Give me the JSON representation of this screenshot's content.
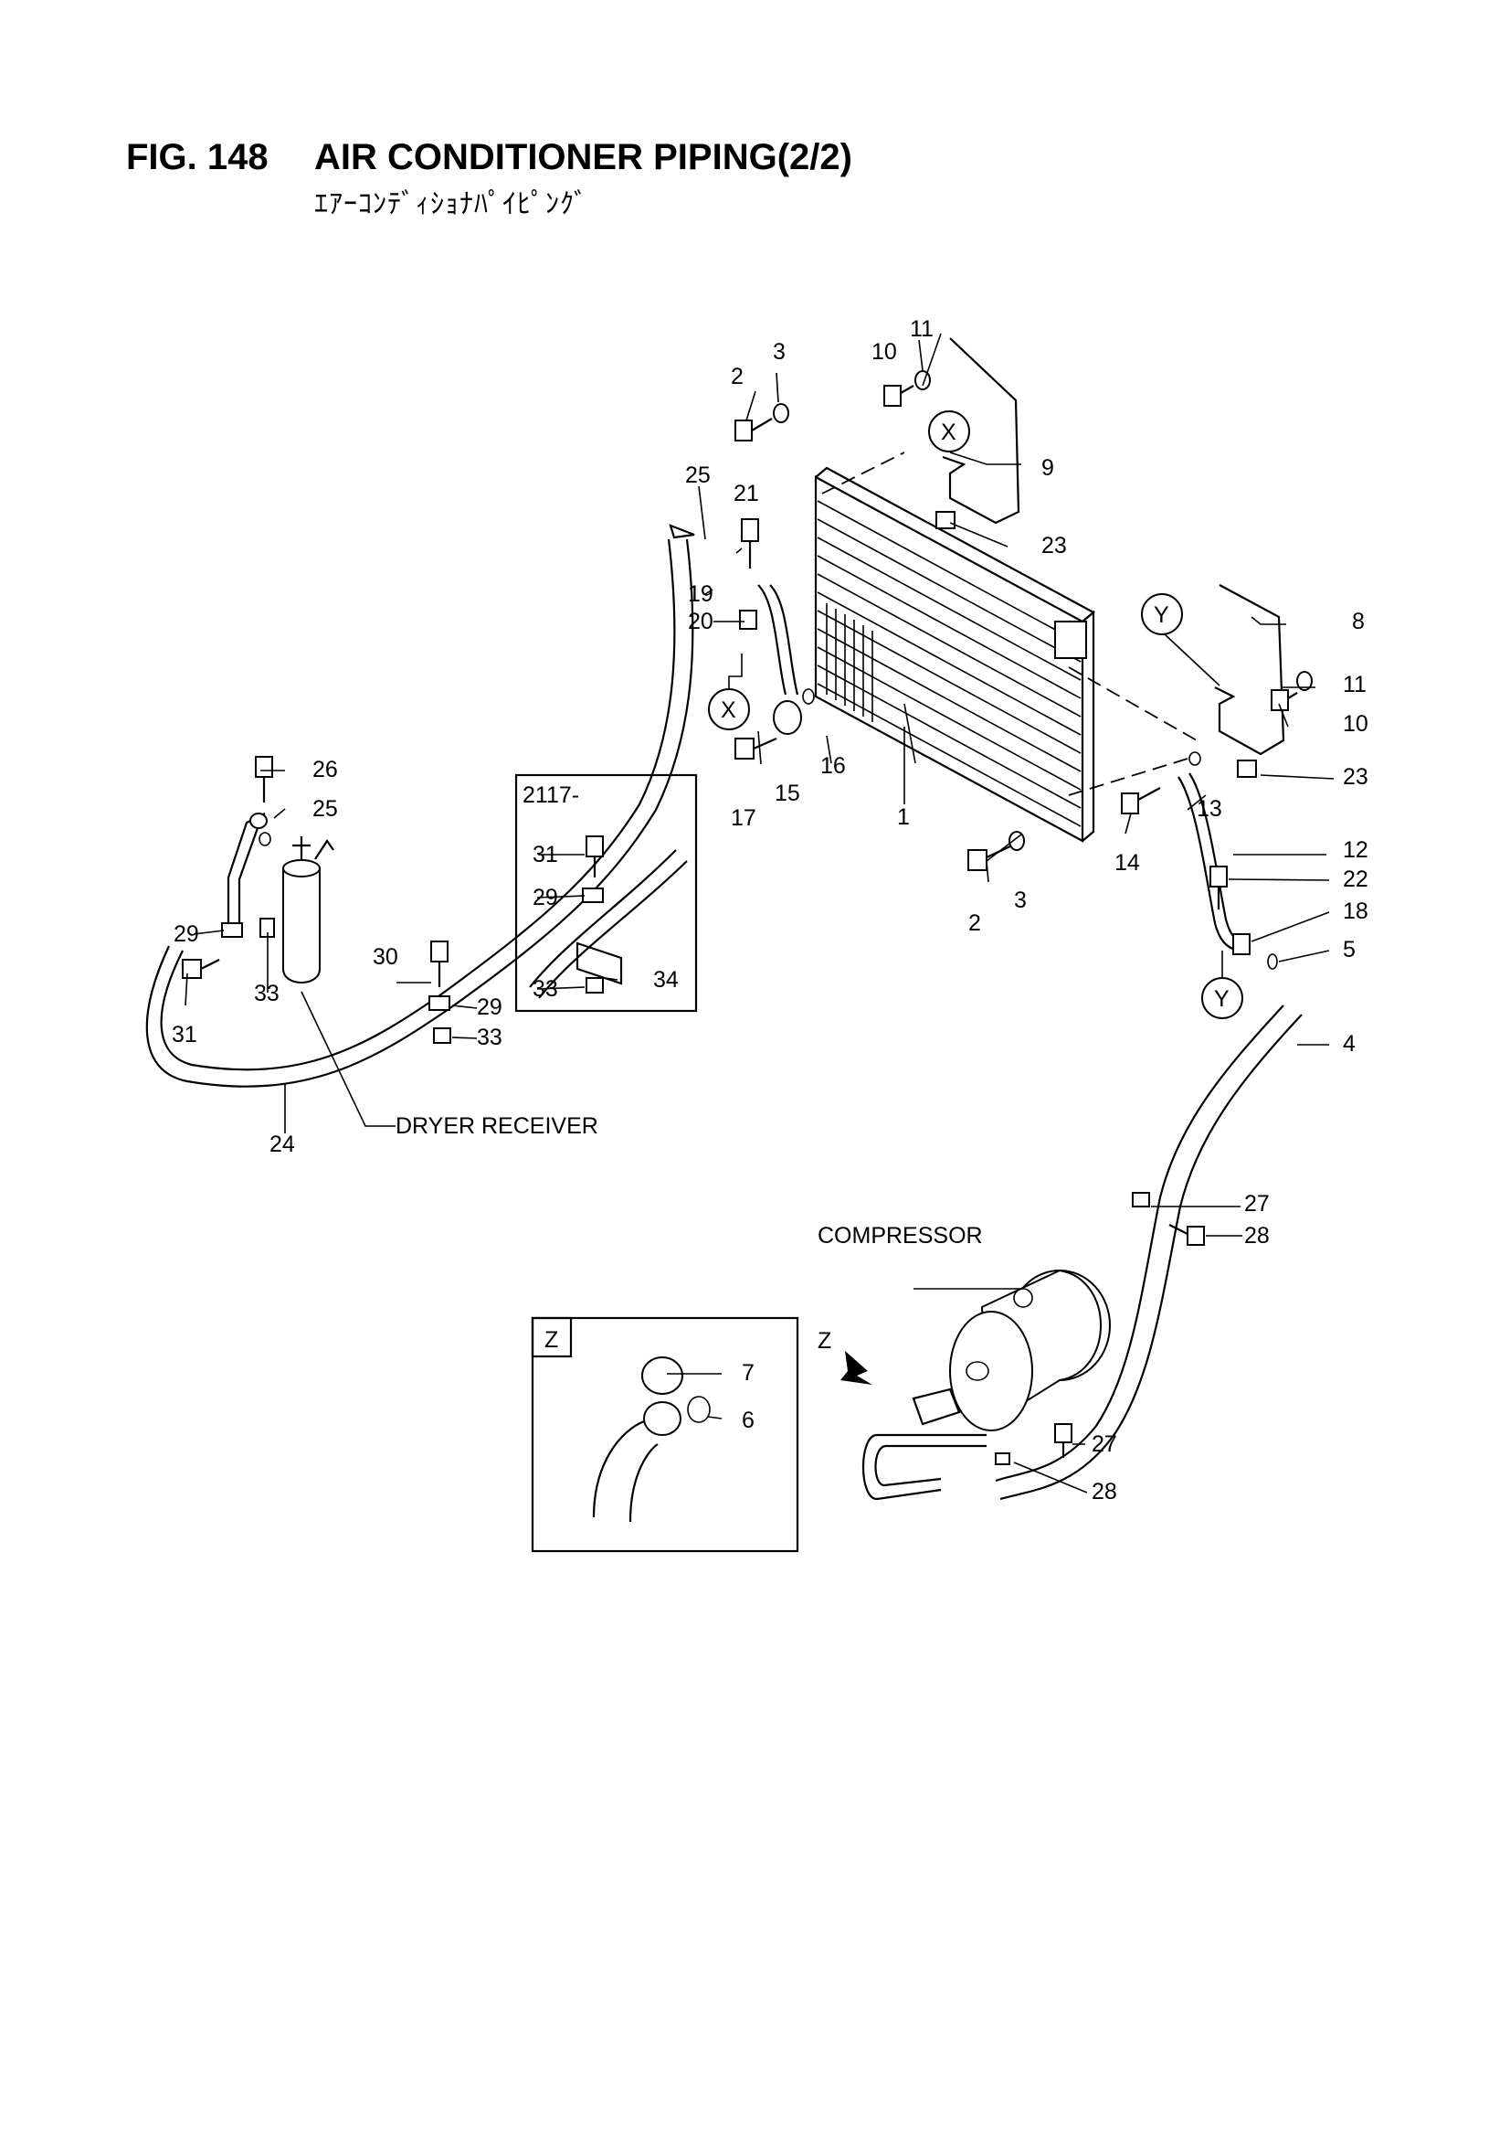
{
  "figure": {
    "number": "FIG. 148",
    "title": "AIR CONDITIONER PIPING(2/2)",
    "subtitle": "ｴｱｰｺﾝﾃﾞｨｼｮﾅﾊﾟｲﾋﾟﾝｸﾞ"
  },
  "callouts": {
    "c1": "1",
    "c2a": "2",
    "c2b": "2",
    "c3a": "3",
    "c3b": "3",
    "c4": "4",
    "c5": "5",
    "c6": "6",
    "c7": "7",
    "c8": "8",
    "c9": "9",
    "c10a": "10",
    "c10b": "10",
    "c11a": "11",
    "c11b": "11",
    "c12": "12",
    "c13": "13",
    "c14": "14",
    "c15": "15",
    "c16": "16",
    "c17": "17",
    "c18": "18",
    "c19": "19",
    "c20": "20",
    "c21": "21",
    "c22": "22",
    "c23a": "23",
    "c23b": "23",
    "c24": "24",
    "c25a": "25",
    "c25b": "25",
    "c26": "26",
    "c27a": "27",
    "c27b": "27",
    "c28a": "28",
    "c28b": "28",
    "c29a": "29",
    "c29b": "29",
    "c29c": "29",
    "c30": "30",
    "c31a": "31",
    "c31b": "31",
    "c33a": "33",
    "c33b": "33",
    "c33c": "33",
    "c34": "34"
  },
  "refs": {
    "x1": "X",
    "x2": "X",
    "y1": "Y",
    "y2": "Y",
    "z_arrow": "Z",
    "z_box": "Z"
  },
  "labels": {
    "serial": "2117-",
    "dryer": "DRYER RECEIVER",
    "compressor": "COMPRESSOR"
  }
}
